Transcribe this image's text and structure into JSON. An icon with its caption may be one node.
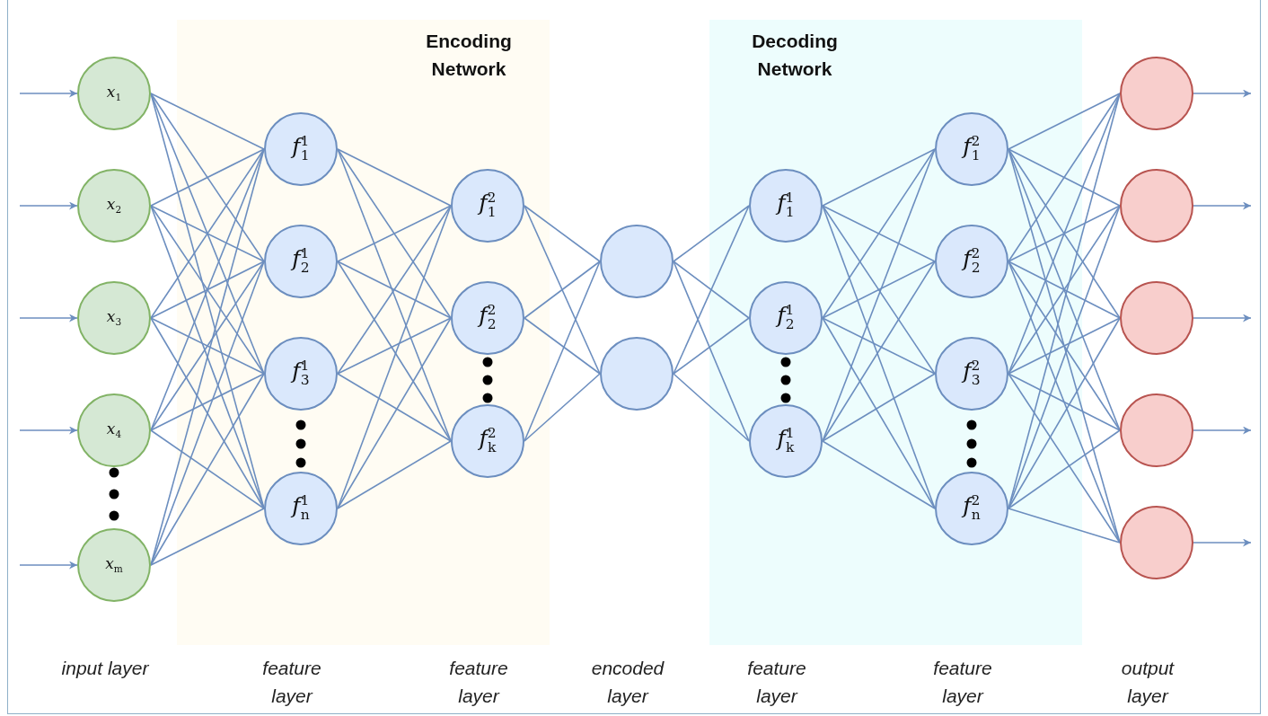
{
  "diagram": {
    "nodes": [
      {
        "text": [
          "*x*$_{1}$"
        ]
      },
      {
        "text": [
          "*x*$_{2}$"
        ]
      },
      {
        "text": [
          "*x*$_{3}$"
        ]
      },
      {
        "text": [
          "*x*$_{4}$"
        ]
      },
      {
        "text": [
          "*x*$_{m}$"
        ]
      },
      {
        "text": [
          "Encoding Network"
        ]
      },
      {
        "text": [
          "*f*$^{1}$$_{1}$"
        ],
        "in": 5
      },
      {
        "text": [
          "*f*$^{1}$$_{2}$"
        ],
        "in": 5
      },
      {
        "text": [
          "*f*$^{1}$$_{3}$"
        ],
        "in": 5
      },
      {
        "text": [
          "*f*$^{1}$$_{n}$"
        ],
        "in": 5
      },
      {
        "text": [
          "*f*$^{2}$$_{1}$"
        ],
        "in": 5
      },
      {
        "text": [
          "*f*$^{2}$$_{2}$"
        ],
        "in": 5
      },
      {
        "text": [
          "*f*$^{2}$$_{k}$"
        ],
        "in": 5
      },
      {
        "text": [],
        "shape": "circle"
      },
      {
        "text": [],
        "shape": "circle"
      },
      {
        "text": [
          "Decoding Network"
        ]
      },
      {
        "text": [
          "*f*$^{1}$$_{1}$"
        ],
        "in": 15
      },
      {
        "text": [
          "*f*$^{1}$$_{2}$"
        ],
        "in": 15
      },
      {
        "text": [
          "*f*$^{1}$$_{k}$"
        ],
        "in": 15
      },
      {
        "text": [
          "*f*$^{2}$$_{1}$"
        ],
        "in": 15
      },
      {
        "text": [
          "*f*$^{2}$$_{2}$"
        ],
        "in": 15
      },
      {
        "text": [
          "*f*$^{2}$$_{3}$"
        ],
        "in": 15
      },
      {
        "text": [
          "*f*$^{2}$$_{n}$"
        ],
        "in": 15
      },
      {
        "text": [],
        "shape": "circle"
      },
      {
        "text": [],
        "shape": "circle"
      },
      {
        "text": [],
        "shape": "circle"
      },
      {
        "text": [],
        "shape": "circle"
      },
      {
        "text": [],
        "shape": "circle"
      }
    ],
    "edges": [
      {
        "from": null,
        "to": 0,
        "arrow": "to"
      },
      {
        "from": null,
        "to": 1,
        "arrow": "to"
      },
      {
        "from": null,
        "to": 2,
        "arrow": "to"
      },
      {
        "from": null,
        "to": 3,
        "arrow": "to"
      },
      {
        "from": null,
        "to": 4,
        "arrow": "to"
      },
      {
        "from": 0,
        "to": 6,
        "arrow": "none"
      },
      {
        "from": 0,
        "to": 7,
        "arrow": "none"
      },
      {
        "from": 0,
        "to": 8,
        "arrow": "none"
      },
      {
        "from": 0,
        "to": 9,
        "arrow": "none"
      },
      {
        "from": 1,
        "to": 6,
        "arrow": "none"
      },
      {
        "from": 1,
        "to": 7,
        "arrow": "none"
      },
      {
        "from": 1,
        "to": 8,
        "arrow": "none"
      },
      {
        "from": 1,
        "to": 9,
        "arrow": "none"
      },
      {
        "from": 2,
        "to": 6,
        "arrow": "none"
      },
      {
        "from": 2,
        "to": 7,
        "arrow": "none"
      },
      {
        "from": 2,
        "to": 8,
        "arrow": "none"
      },
      {
        "from": 2,
        "to": 9,
        "arrow": "none"
      },
      {
        "from": 3,
        "to": 6,
        "arrow": "none"
      },
      {
        "from": 3,
        "to": 7,
        "arrow": "none"
      },
      {
        "from": 3,
        "to": 8,
        "arrow": "none"
      },
      {
        "from": 3,
        "to": 9,
        "arrow": "none"
      },
      {
        "from": 4,
        "to": 6,
        "arrow": "none"
      },
      {
        "from": 4,
        "to": 7,
        "arrow": "none"
      },
      {
        "from": 4,
        "to": 8,
        "arrow": "none"
      },
      {
        "from": 4,
        "to": 9,
        "arrow": "none"
      },
      {
        "from": 6,
        "to": 10,
        "arrow": "none"
      },
      {
        "from": 6,
        "to": 11,
        "arrow": "none"
      },
      {
        "from": 6,
        "to": 12,
        "arrow": "none"
      },
      {
        "from": 7,
        "to": 10,
        "arrow": "none"
      },
      {
        "from": 7,
        "to": 11,
        "arrow": "none"
      },
      {
        "from": 7,
        "to": 12,
        "arrow": "none"
      },
      {
        "from": 8,
        "to": 10,
        "arrow": "none"
      },
      {
        "from": 8,
        "to": 11,
        "arrow": "none"
      },
      {
        "from": 8,
        "to": 12,
        "arrow": "none"
      },
      {
        "from": 9,
        "to": 10,
        "arrow": "none"
      },
      {
        "from": 9,
        "to": 11,
        "arrow": "none"
      },
      {
        "from": 9,
        "to": 12,
        "arrow": "none"
      },
      {
        "from": 10,
        "to": 13,
        "arrow": "none"
      },
      {
        "from": 10,
        "to": 14,
        "arrow": "none"
      },
      {
        "from": 11,
        "to": 13,
        "arrow": "none"
      },
      {
        "from": 11,
        "to": 14,
        "arrow": "none"
      },
      {
        "from": 12,
        "to": 13,
        "arrow": "none"
      },
      {
        "from": 12,
        "to": 14,
        "arrow": "none"
      },
      {
        "from": 13,
        "to": 16,
        "arrow": "none"
      },
      {
        "from": 13,
        "to": 17,
        "arrow": "none"
      },
      {
        "from": 13,
        "to": 18,
        "arrow": "none"
      },
      {
        "from": 14,
        "to": 16,
        "arrow": "none"
      },
      {
        "from": 14,
        "to": 17,
        "arrow": "none"
      },
      {
        "from": 14,
        "to": 18,
        "arrow": "none"
      },
      {
        "from": 16,
        "to": 19,
        "arrow": "none"
      },
      {
        "from": 16,
        "to": 20,
        "arrow": "none"
      },
      {
        "from": 16,
        "to": 21,
        "arrow": "none"
      },
      {
        "from": 16,
        "to": 22,
        "arrow": "none"
      },
      {
        "from": 17,
        "to": 19,
        "arrow": "none"
      },
      {
        "from": 17,
        "to": 20,
        "arrow": "none"
      },
      {
        "from": 17,
        "to": 21,
        "arrow": "none"
      },
      {
        "from": 17,
        "to": 22,
        "arrow": "none"
      },
      {
        "from": 18,
        "to": 19,
        "arrow": "none"
      },
      {
        "from": 18,
        "to": 20,
        "arrow": "none"
      },
      {
        "from": 18,
        "to": 21,
        "arrow": "none"
      },
      {
        "from": 18,
        "to": 22,
        "arrow": "none"
      },
      {
        "from": 19,
        "to": 23,
        "arrow": "none"
      },
      {
        "from": 19,
        "to": 24,
        "arrow": "none"
      },
      {
        "from": 19,
        "to": 25,
        "arrow": "none"
      },
      {
        "from": 19,
        "to": 26,
        "arrow": "none"
      },
      {
        "from": 19,
        "to": 27,
        "arrow": "none"
      },
      {
        "from": 20,
        "to": 23,
        "arrow": "none"
      },
      {
        "from": 20,
        "to": 24,
        "arrow": "none"
      },
      {
        "from": 20,
        "to": 25,
        "arrow": "none"
      },
      {
        "from": 20,
        "to": 26,
        "arrow": "none"
      },
      {
        "from": 20,
        "to": 27,
        "arrow": "none"
      },
      {
        "from": 21,
        "to": 23,
        "arrow": "none"
      },
      {
        "from": 21,
        "to": 24,
        "arrow": "none"
      },
      {
        "from": 21,
        "to": 25,
        "arrow": "none"
      },
      {
        "from": 21,
        "to": 26,
        "arrow": "none"
      },
      {
        "from": 21,
        "to": 27,
        "arrow": "none"
      },
      {
        "from": 22,
        "to": 23,
        "arrow": "none"
      },
      {
        "from": 22,
        "to": 24,
        "arrow": "none"
      },
      {
        "from": 22,
        "to": 25,
        "arrow": "none"
      },
      {
        "from": 22,
        "to": 26,
        "arrow": "none"
      },
      {
        "from": 22,
        "to": 27,
        "arrow": "none"
      },
      {
        "from": 23,
        "to": null,
        "arrow": "to"
      },
      {
        "from": 24,
        "to": null,
        "arrow": "to"
      },
      {
        "from": 25,
        "to": null,
        "arrow": "to"
      },
      {
        "from": 26,
        "to": null,
        "arrow": "to"
      },
      {
        "from": 27,
        "to": null,
        "arrow": "to"
      }
    ],
    "labels": [
      "input layer",
      "feature layer",
      "feature layer",
      "encoded layer",
      "feature layer",
      "feature layer",
      "output layer"
    ]
  }
}
